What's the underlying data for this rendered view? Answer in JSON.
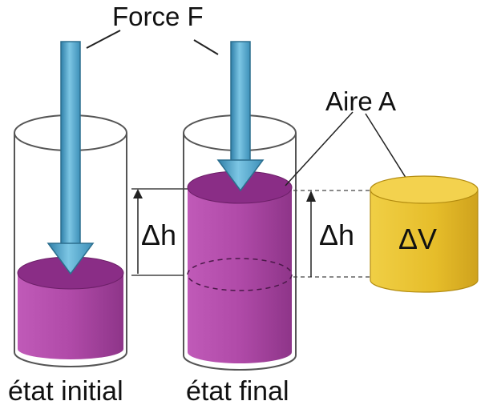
{
  "labels": {
    "force": "Force F",
    "area": "Aire A",
    "delta_h_left": "Δh",
    "delta_h_right": "Δh",
    "delta_v": "ΔV",
    "initial_state": "état initial",
    "final_state": "état final"
  },
  "colors": {
    "liquid": "#b04aa8",
    "liquid_top": "#8a2d86",
    "arrow": "#4aa3c8",
    "volume_block": "#e8c12e",
    "glass_outline": "#555555"
  }
}
